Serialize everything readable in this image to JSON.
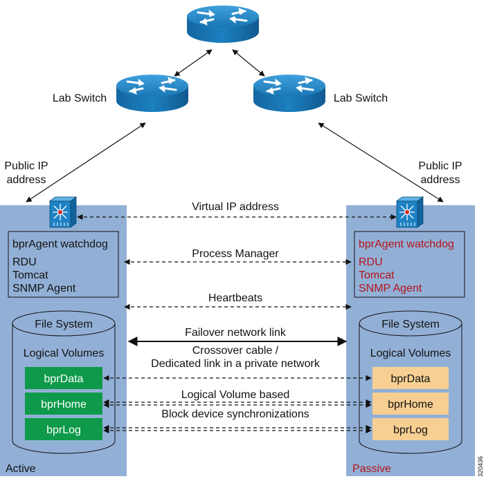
{
  "labels": {
    "lab_switch_left": "Lab Switch",
    "lab_switch_right": "Lab Switch",
    "public_ip_left_1": "Public IP",
    "public_ip_left_2": "address",
    "public_ip_right_1": "Public IP",
    "public_ip_right_2": "address",
    "virtual_ip": "Virtual IP address",
    "process_manager": "Process Manager",
    "heartbeats": "Heartbeats",
    "failover_link": "Failover network link",
    "crossover_1": "Crossover cable /",
    "crossover_2": "Dedicated link in a private network",
    "lv_based_1": "Logical Volume based",
    "lv_based_2": "Block device synchronizations",
    "figure_id": "320436"
  },
  "active_node": {
    "status": "Active",
    "watchdog": "bprAgent watchdog",
    "processes": [
      "RDU",
      "Tomcat",
      "SNMP Agent"
    ],
    "file_system": "File System",
    "logical_volumes": "Logical Volumes",
    "volumes": [
      "bprData",
      "bprHome",
      "bprLog"
    ]
  },
  "passive_node": {
    "status": "Passive",
    "watchdog": "bprAgent watchdog",
    "processes": [
      "RDU",
      "Tomcat",
      "SNMP Agent"
    ],
    "file_system": "File System",
    "logical_volumes": "Logical Volumes",
    "volumes": [
      "bprData",
      "bprHome",
      "bprLog"
    ]
  },
  "colors": {
    "node_bg": "#92b0d6",
    "router_blue": "#1b79b8",
    "volume_active": "#0e9a4a",
    "volume_passive": "#f7cf92",
    "passive_text": "#b5121b"
  }
}
